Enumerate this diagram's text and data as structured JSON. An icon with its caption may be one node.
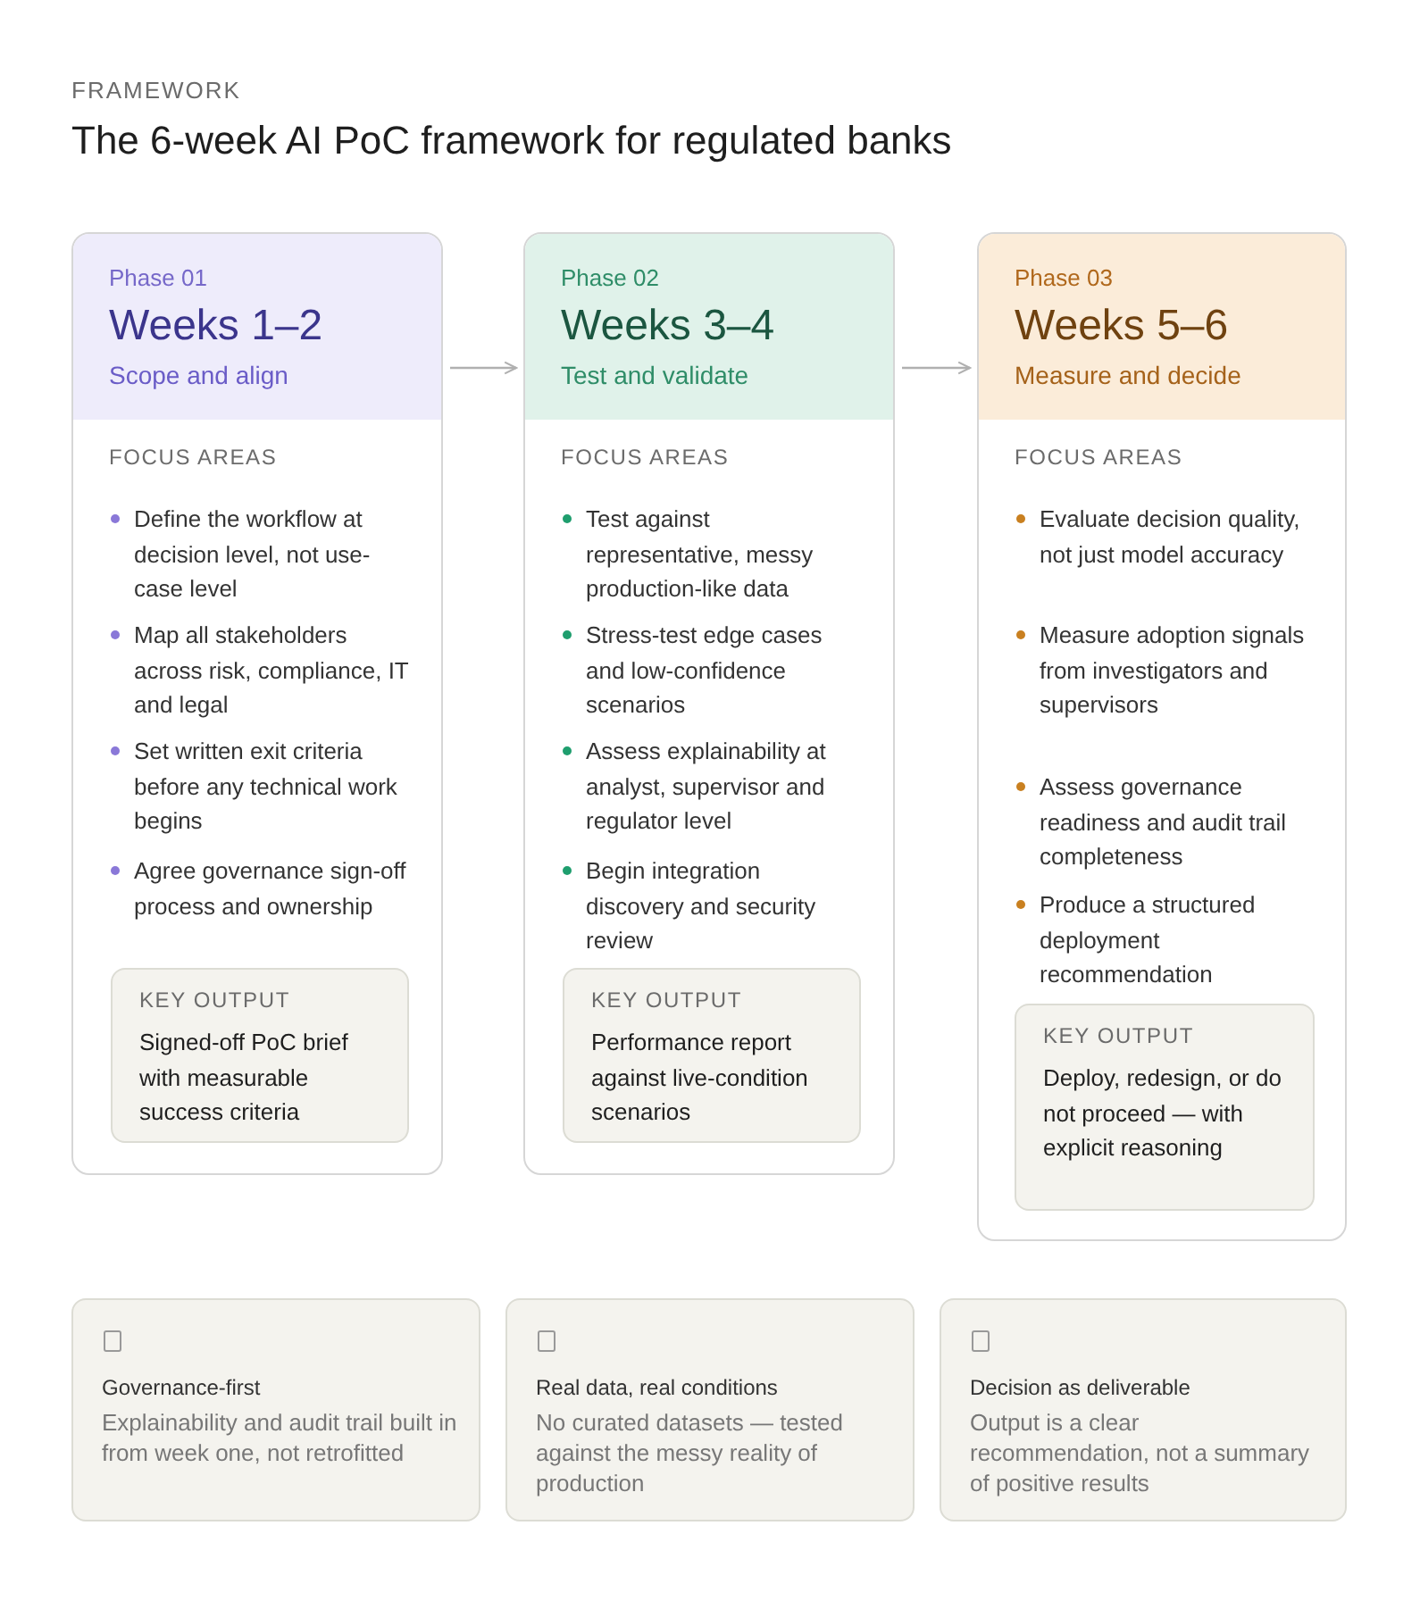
{
  "diagram": {
    "title": "The 6-week AI PoC framework for regulated banks",
    "nodes": [
      {
        "text": [
          "Phase 01",
          "Weeks 1–2",
          "Scope and align",
          "FOCUS AREAS",
          "Define the workflow at decision level, not use-case level",
          "Map all stakeholders across risk, compliance, IT and legal",
          "Set written exit criteria before any technical work begins",
          "Agree governance sign-off process and ownership"
        ]
      },
      {
        "text": [
          "KEY OUTPUT",
          "Signed-off PoC brief with measurable success criteria"
        ],
        "in": 0
      },
      {
        "text": [
          "Phase 02",
          "Weeks 3–4",
          "Test and validate",
          "FOCUS AREAS",
          "Test against representative, messy production-like data",
          "Stress-test edge cases and low-confidence scenarios",
          "Assess explainability at analyst, supervisor and regulator level",
          "Begin integration discovery and security review"
        ]
      },
      {
        "text": [
          "KEY OUTPUT",
          "Performance report against live-condition scenarios"
        ],
        "in": 2
      },
      {
        "text": [
          "Phase 03",
          "Weeks 5–6",
          "Measure and decide",
          "FOCUS AREAS",
          "Evaluate decision quality, not just model accuracy",
          "Measure adoption signals from investigators and supervisors",
          "Assess governance readiness and audit trail completeness",
          "Produce a structured deployment recommendation"
        ]
      },
      {
        "text": [
          "KEY OUTPUT",
          "Deploy, redesign, or do not proceed — with explicit reasoning"
        ],
        "in": 4
      },
      {
        "text": [
          "Governance-first",
          "Explainability and audit trail built in from week one, not retrofitted"
        ]
      },
      {
        "text": [
          "Real data, real conditions",
          "No curated datasets — tested against the messy reality of production"
        ]
      },
      {
        "text": [
          "Decision as deliverable",
          "Output is a clear recommendation, not a summary of positive results"
        ]
      }
    ],
    "edges": [
      {
        "from": 0,
        "to": 2,
        "arrow": "to"
      },
      {
        "from": 2,
        "to": 4,
        "arrow": "to"
      }
    ],
    "labels": [
      "FRAMEWORK"
    ]
  }
}
